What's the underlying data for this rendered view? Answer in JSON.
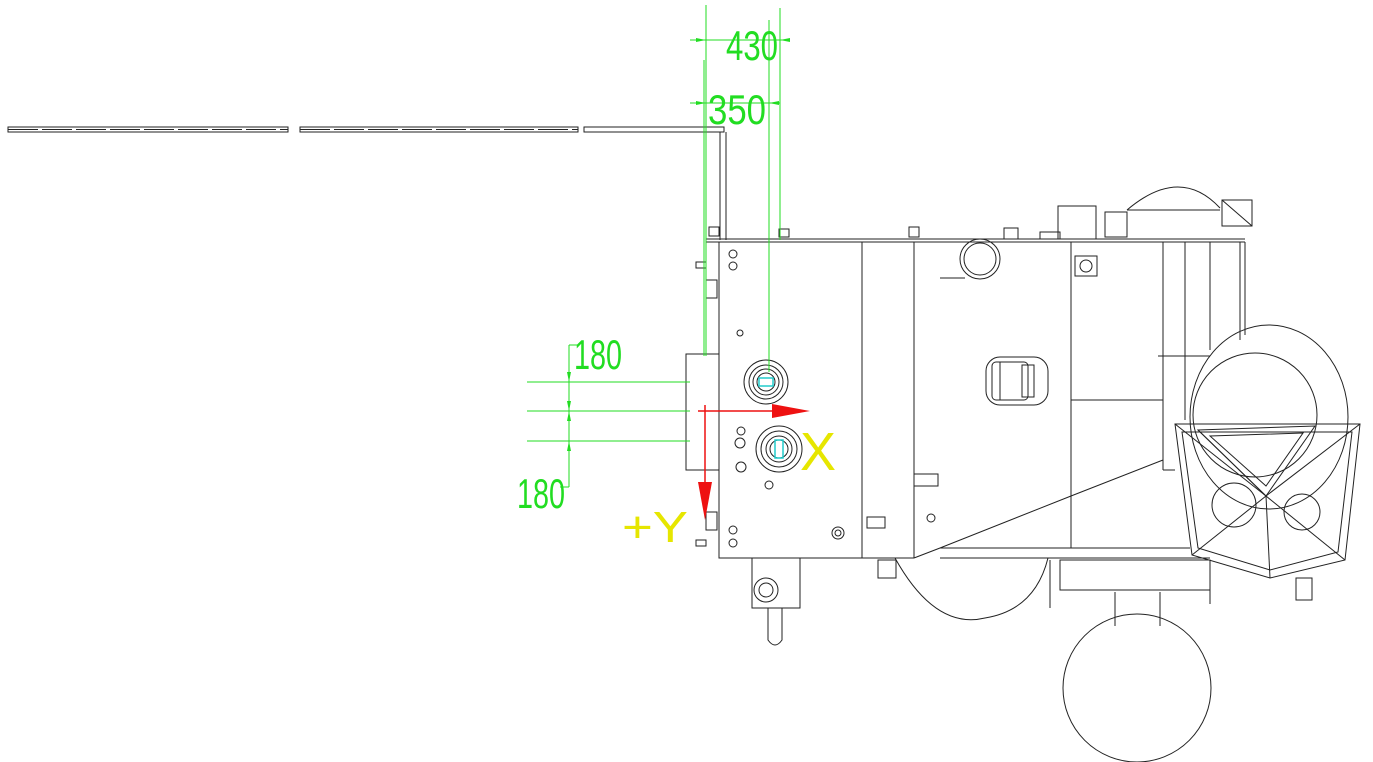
{
  "dimensions": {
    "top_outer": "430",
    "top_inner": "350",
    "left_upper": "180",
    "left_lower": "180"
  },
  "axes": {
    "x_label": "X",
    "y_label": "+Y"
  },
  "colors": {
    "outline": "#222222",
    "dimension": "#22dd22",
    "axis_arrow": "#ee1111",
    "axis_label": "#e6e600",
    "marker": "#22cccc"
  }
}
